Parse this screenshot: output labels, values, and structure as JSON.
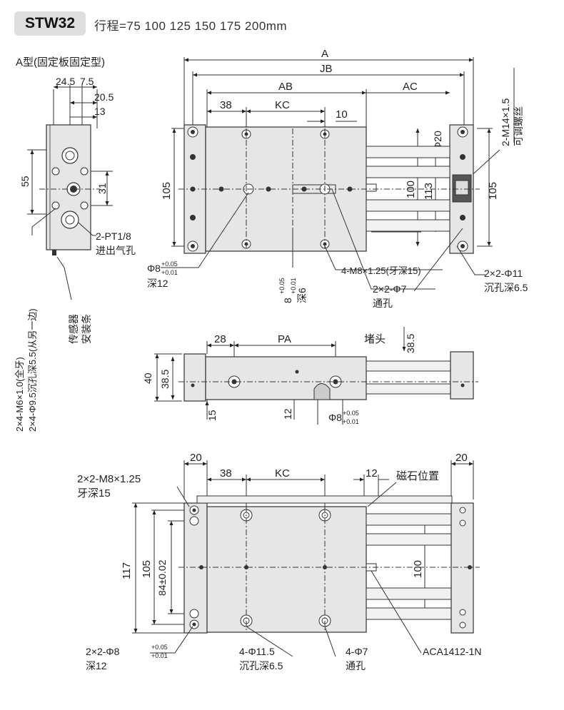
{
  "header": {
    "model": "STW32",
    "stroke": "行程=75  100  125  150  175  200mm"
  },
  "side_view": {
    "title": "A型(固定板固定型)",
    "dims": {
      "d24_5": "24.5",
      "d7_5": "7.5",
      "d20_5": "20.5",
      "d13": "13",
      "d55": "55",
      "d31": "31"
    },
    "port_label": "2-PT1/8",
    "port_desc": "进出气孔",
    "mount_label_1": "2×4-M6×1.0(全牙)",
    "mount_label_2": "2×4-Φ9.5沉孔深5.5(从另一边)",
    "sensor_label_1": "传感器",
    "sensor_label_2": "安装条"
  },
  "top_view": {
    "dim_A": "A",
    "dim_JB": "JB",
    "dim_AB": "AB",
    "dim_AC": "AC",
    "dim_38": "38",
    "dim_KC": "KC",
    "dim_10": "10",
    "dim_phi20": "Φ20",
    "dim_105_left": "105",
    "dim_100": "100",
    "dim_113": "113",
    "dim_105_right": "105",
    "adj_label_1": "2-M14×1.5",
    "adj_label_2": "可调螺丝",
    "pin_hole": "Φ8",
    "pin_tol_up": "+0.05",
    "pin_tol_dn": "+0.01",
    "pin_depth": "深12",
    "slot_label": "8",
    "slot_tol_up": "+0.05",
    "slot_tol_dn": "+0.01",
    "slot_depth": "深6",
    "m8_label": "4-M8×1.25(牙深15)",
    "phi7_label": "2×2-Φ7",
    "phi7_desc": "通孔",
    "phi11_label": "2×2-Φ11",
    "phi11_desc": "沉孔深6.5"
  },
  "front_view": {
    "dim_28": "28",
    "dim_PA": "PA",
    "stopper": "堵头",
    "dim_38_5_top": "38.5",
    "dim_40": "40",
    "dim_38_5_left": "38.5",
    "dim_15": "15",
    "dim_12": "12",
    "pin_hole": "Φ8",
    "pin_tol_up": "+0.05",
    "pin_tol_dn": "+0.01"
  },
  "bottom_view": {
    "dim_20_left": "20",
    "dim_20_right": "20",
    "dim_38": "38",
    "dim_KC": "KC",
    "dim_12": "12",
    "magnet": "磁石位置",
    "m8_label": "2×2-M8×1.25",
    "m8_desc": "牙深15",
    "dim_117": "117",
    "dim_105": "105",
    "dim_84": "84±0.02",
    "dim_100": "100",
    "pin_label": "2×2-Φ8",
    "pin_tol_up": "+0.05",
    "pin_tol_dn": "+0.01",
    "pin_depth": "深12",
    "phi11_label": "4-Φ11.5",
    "phi11_desc": "沉孔深6.5",
    "phi7_label": "4-Φ7",
    "phi7_desc": "通孔",
    "sensor_model": "ACA1412-1N"
  }
}
